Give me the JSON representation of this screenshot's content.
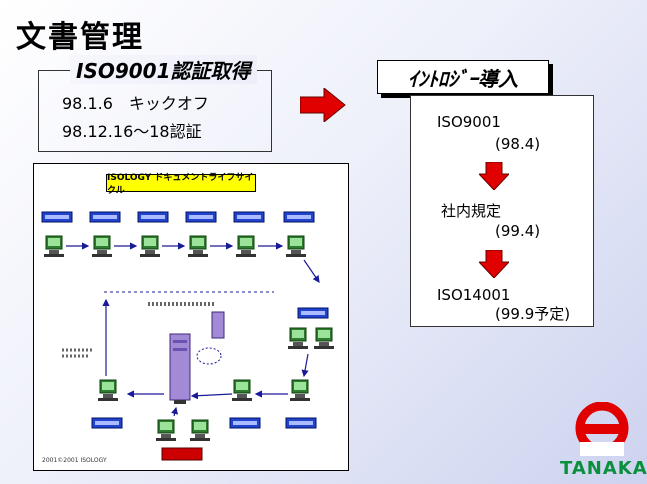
{
  "title": "文書管理",
  "iso_section": {
    "heading": "ISO9001認証取得",
    "lines": [
      "98.1.6　キックオフ",
      "98.12.16〜18認証"
    ]
  },
  "intro_section": {
    "heading": "ｲﾝﾄﾛｼﾞｰ導入",
    "steps": [
      {
        "label": "ISO9001",
        "date": "(98.4)"
      },
      {
        "label": "社内規定",
        "date": "(99.4)"
      },
      {
        "label": "ISO14001",
        "date": "(99.9予定)"
      }
    ]
  },
  "diagram": {
    "banner": "ISOLOGY ドキュメントライフサイクル",
    "footer": "2001©2001 ISOLOGY"
  },
  "logo": {
    "text": "TANAKA"
  },
  "colors": {
    "accent_red": "#e00000",
    "logo_green": "#0a8f3c",
    "banner_yellow": "#ffff00"
  }
}
